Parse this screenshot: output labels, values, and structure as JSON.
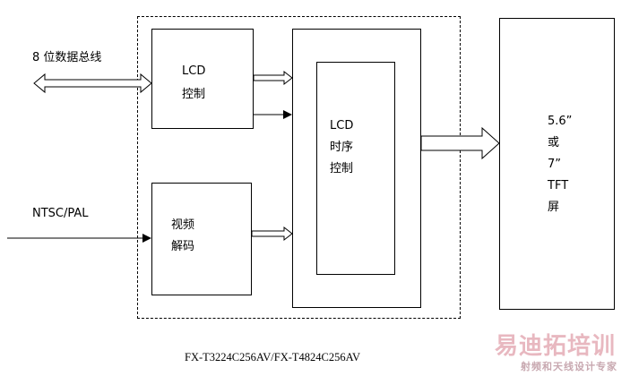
{
  "inputs": {
    "bus_label": "8 位数据总线",
    "video_label": "NTSC/PAL"
  },
  "blocks": {
    "lcd_control": [
      "LCD",
      "控制"
    ],
    "video_decode": [
      "视频",
      "解码"
    ],
    "lcd_timing": [
      "LCD",
      "时序",
      "控制"
    ],
    "tft_screen": [
      "5.6”",
      "或",
      "7”",
      "TFT",
      "屏"
    ]
  },
  "caption": "FX-T3224C256AV/FX-T4824C256AV",
  "watermark": {
    "main": "易迪拓培训",
    "sub": "射频和天线设计专家"
  }
}
